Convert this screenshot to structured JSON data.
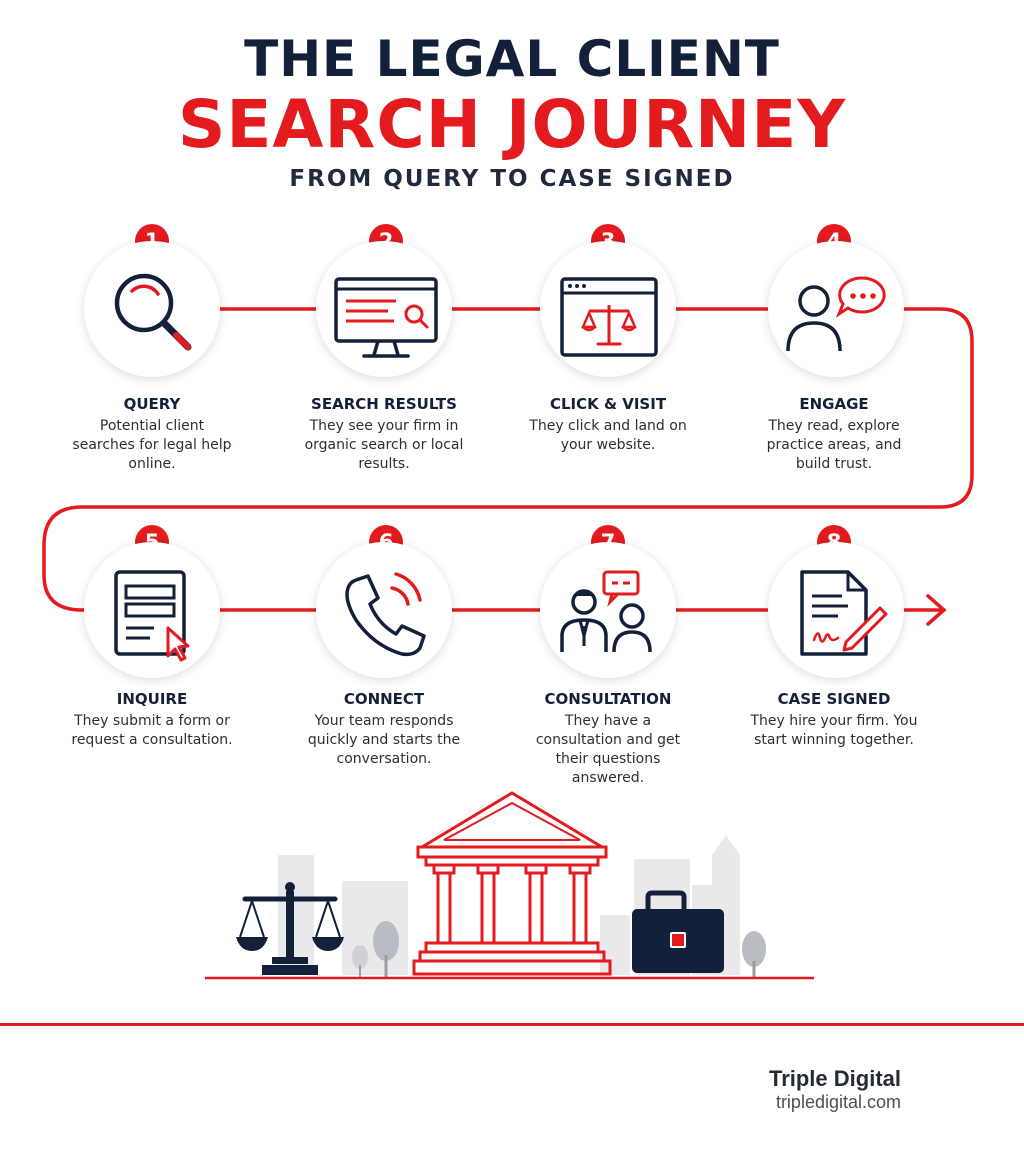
{
  "header": {
    "title_line1": "THE LEGAL CLIENT",
    "title_line2": "SEARCH JOURNEY",
    "subtitle": "FROM QUERY TO CASE SIGNED"
  },
  "colors": {
    "accent": "#e31b1f",
    "navy": "#13203a"
  },
  "steps": [
    {
      "number": "1",
      "title": "QUERY",
      "description": "Potential client searches for legal help online.",
      "icon": "magnifier-icon"
    },
    {
      "number": "2",
      "title": "SEARCH RESULTS",
      "description": "They see your firm in organic search or local results.",
      "icon": "monitor-search-icon"
    },
    {
      "number": "3",
      "title": "CLICK & VISIT",
      "description": "They click and land on your website.",
      "icon": "browser-scales-icon"
    },
    {
      "number": "4",
      "title": "ENGAGE",
      "description": "They read, explore practice areas, and build trust.",
      "icon": "person-chat-icon"
    },
    {
      "number": "5",
      "title": "INQUIRE",
      "description": "They submit a form or request a consultation.",
      "icon": "form-cursor-icon"
    },
    {
      "number": "6",
      "title": "CONNECT",
      "description": "Your team responds quickly and starts the conversation.",
      "icon": "phone-icon"
    },
    {
      "number": "7",
      "title": "CONSULTATION",
      "description": "They have a consultation and get their questions answered.",
      "icon": "consultation-icon"
    },
    {
      "number": "8",
      "title": "CASE SIGNED",
      "description": "They hire your firm. You start winning together.",
      "icon": "signed-document-icon"
    }
  ],
  "footer": {
    "brand": "Triple Digital",
    "url": "tripledigital.com"
  }
}
